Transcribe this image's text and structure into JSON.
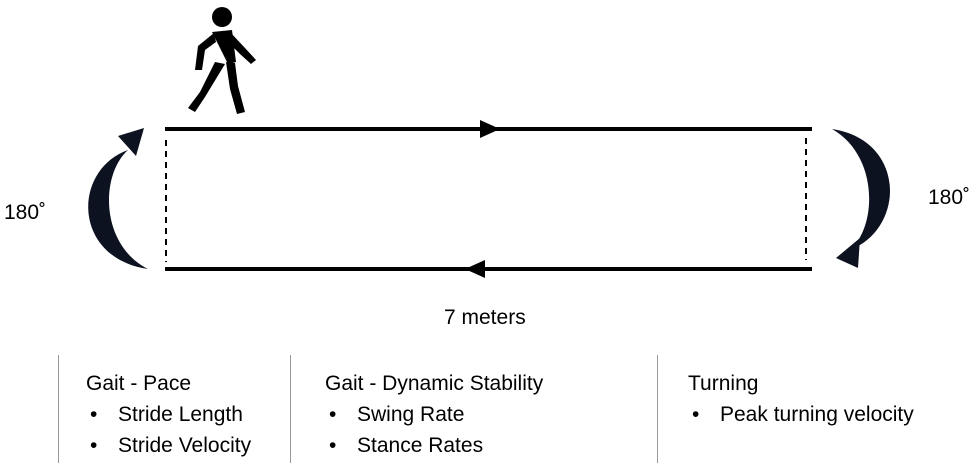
{
  "diagram": {
    "distance_label": "7 meters",
    "turn_left_label": "180˚",
    "turn_right_label": "180˚",
    "walker_icon": "walking-person-icon"
  },
  "columns": [
    {
      "heading": "Gait - Pace",
      "items": [
        "Stride Length",
        "Stride Velocity"
      ]
    },
    {
      "heading": "Gait - Dynamic Stability",
      "items": [
        "Swing Rate",
        "Stance Rates"
      ]
    },
    {
      "heading": "Turning",
      "items": [
        "Peak turning velocity"
      ]
    }
  ],
  "colors": {
    "line": "#000000",
    "arrow_fill": "#0d1220",
    "separator": "#9a9a9a"
  }
}
